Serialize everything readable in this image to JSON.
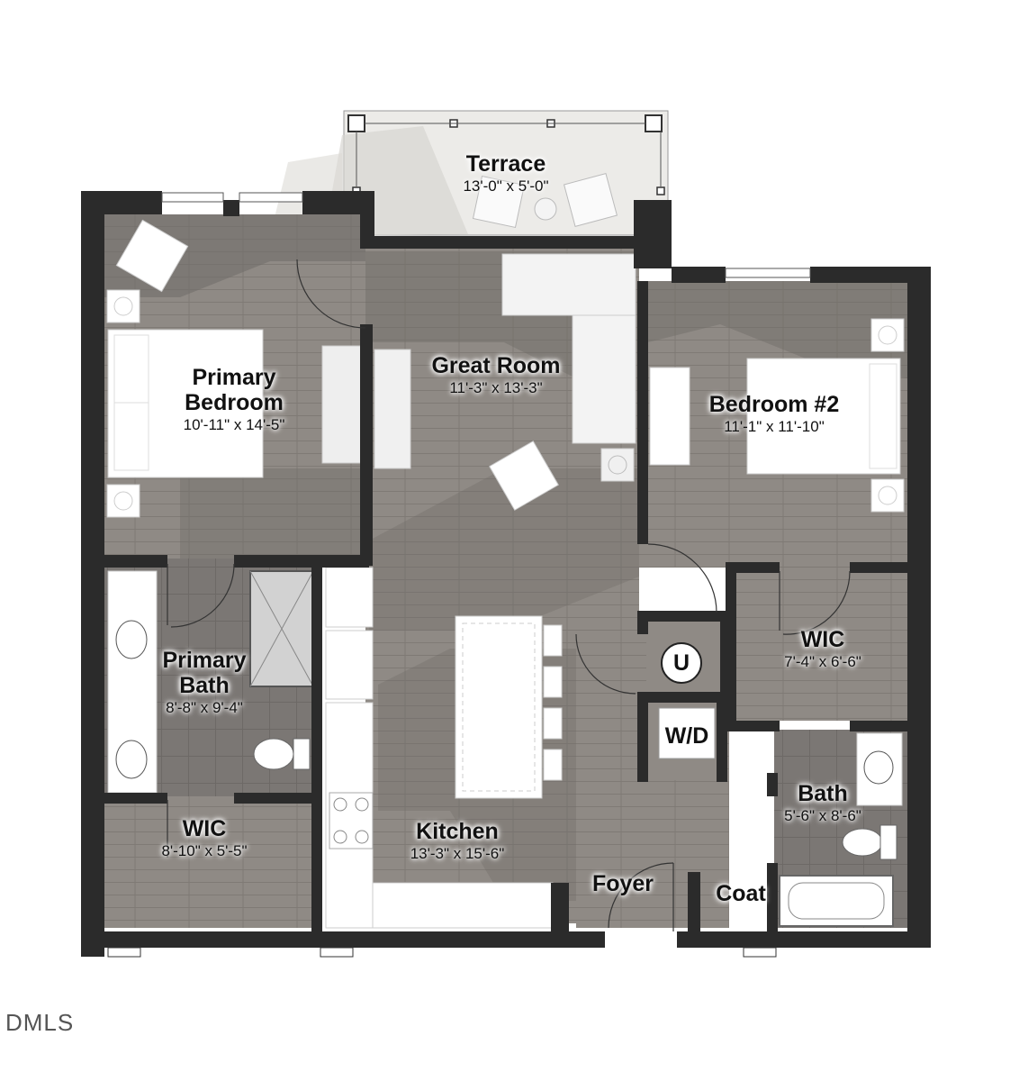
{
  "rooms": {
    "terrace": {
      "name": "Terrace",
      "dims": "13'-0\" x 5'-0\""
    },
    "primary_bedroom": {
      "name_line1": "Primary",
      "name_line2": "Bedroom",
      "dims": "10'-11\" x 14'-5\""
    },
    "great_room": {
      "name": "Great Room",
      "dims": "11'-3\" x 13'-3\""
    },
    "bedroom2": {
      "name": "Bedroom #2",
      "dims": "11'-1\" x 11'-10\""
    },
    "primary_bath": {
      "name_line1": "Primary",
      "name_line2": "Bath",
      "dims": "8'-8\" x 9'-4\""
    },
    "wic_right": {
      "name": "WIC",
      "dims": "7'-4\" x 6'-6\""
    },
    "utility": {
      "name": "U"
    },
    "washer_dryer": {
      "name": "W/D"
    },
    "bath": {
      "name": "Bath",
      "dims": "5'-6\" x 8'-6\""
    },
    "wic_left": {
      "name": "WIC",
      "dims": "8'-10\" x 5'-5\""
    },
    "kitchen": {
      "name": "Kitchen",
      "dims": "13'-3\" x 15'-6\""
    },
    "foyer": {
      "name": "Foyer"
    },
    "coat": {
      "name": "Coat"
    }
  },
  "watermark": "DMLS",
  "colors": {
    "wall": "#2b2b2b",
    "floor": "#8f8a85",
    "floor_dark": "#6f6b67",
    "terrace": "#e4e2de",
    "fixture": "#ffffff"
  }
}
